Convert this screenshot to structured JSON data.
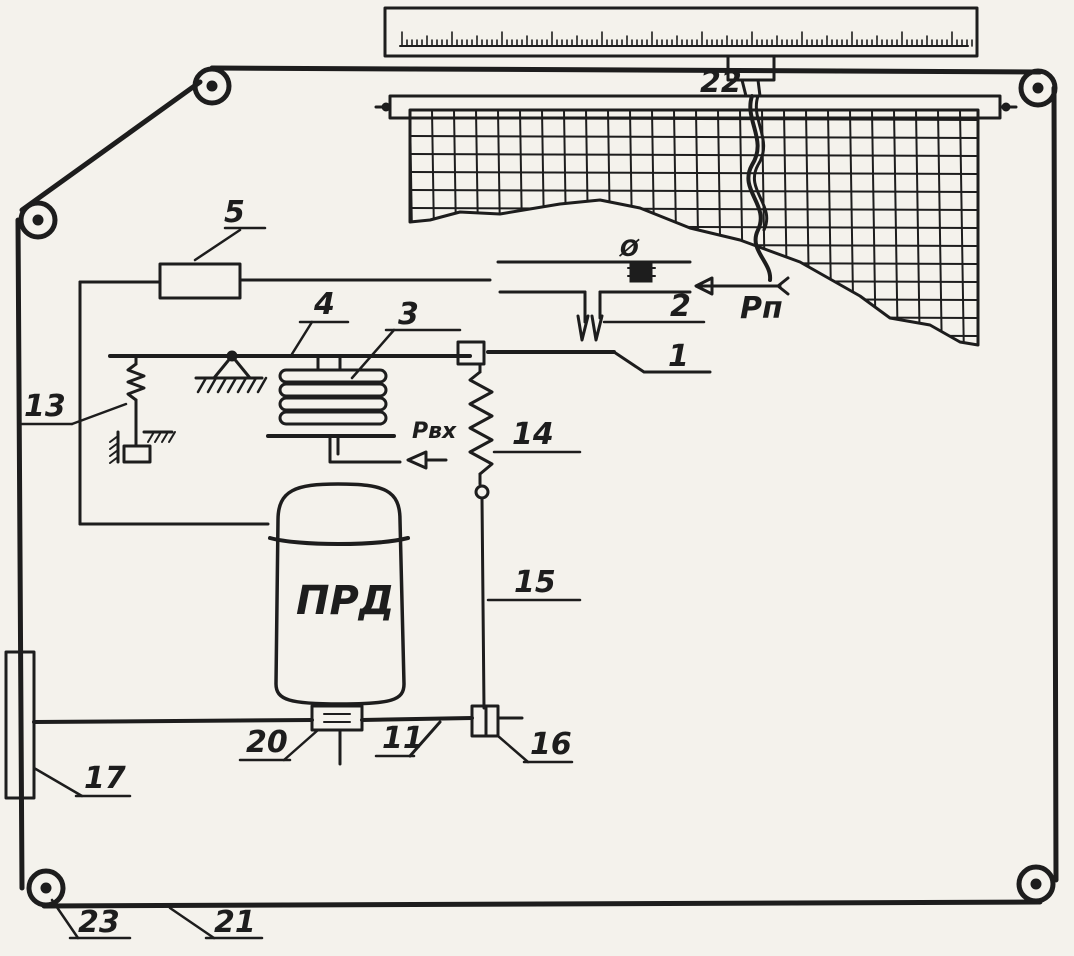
{
  "labels": {
    "n1": "1",
    "n2": "2",
    "n3": "3",
    "n4": "4",
    "n5": "5",
    "n11": "11",
    "n13": "13",
    "n14": "14",
    "n15": "15",
    "n16": "16",
    "n17": "17",
    "n20": "20",
    "n21": "21",
    "n22": "22",
    "n23": "23",
    "motor": "ПРД",
    "p_in": "Pвх",
    "p_n": "Pп",
    "nozzle_mark": "Ø"
  },
  "colors": {
    "ink": "#1d1d1d",
    "paper": "#f4f2ec"
  }
}
